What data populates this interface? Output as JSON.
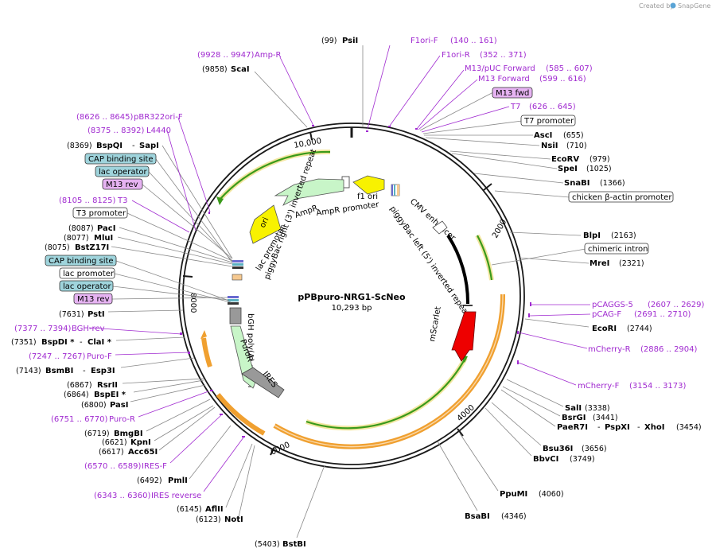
{
  "map": {
    "name": "pPBpuro-NRG1-ScNeo",
    "length_label": "10,293 bp",
    "length_bp": 10293
  },
  "watermark": {
    "created_by": "Created by",
    "brand": "SnapGene"
  },
  "ticks": [
    {
      "label": "2000",
      "bp": 2000
    },
    {
      "label": "4000",
      "bp": 4000
    },
    {
      "label": "6000",
      "bp": 6000
    },
    {
      "label": "8000",
      "bp": 8000
    },
    {
      "label": "10,000",
      "bp": 10000
    }
  ],
  "restriction_sites": [
    {
      "name": "PsiI",
      "pos": "(99)",
      "bp": 99
    },
    {
      "name": "AscI",
      "pos": "(655)",
      "bp": 655
    },
    {
      "name": "NsiI",
      "pos": "(710)",
      "bp": 710
    },
    {
      "name": "EcoRV",
      "pos": "(979)",
      "bp": 979
    },
    {
      "name": "SpeI",
      "pos": "(1025)",
      "bp": 1025
    },
    {
      "name": "SnaBI",
      "pos": "(1366)",
      "bp": 1366
    },
    {
      "name": "BlpI",
      "pos": "(2163)",
      "bp": 2163
    },
    {
      "name": "MreI",
      "pos": "(2321)",
      "bp": 2321
    },
    {
      "name": "EcoRI",
      "pos": "(2744)",
      "bp": 2744
    },
    {
      "name": "SalI",
      "pos": "(3338)",
      "bp": 3338
    },
    {
      "name": "BsrGI",
      "pos": "(3441)",
      "bp": 3441
    },
    {
      "name": "PaeR7I",
      "name2": "PspXI",
      "name3": "XhoI",
      "pos": "(3454)",
      "bp": 3454
    },
    {
      "name": "Bsu36I",
      "pos": "(3656)",
      "bp": 3656
    },
    {
      "name": "BbvCI",
      "pos": "(3749)",
      "bp": 3749
    },
    {
      "name": "PpuMI",
      "pos": "(4060)",
      "bp": 4060
    },
    {
      "name": "BsaBI",
      "pos": "(4346)",
      "bp": 4346
    },
    {
      "name": "BstBI",
      "pos": "(5403)",
      "bp": 5403
    },
    {
      "name": "NotI",
      "pos": "(6123)",
      "bp": 6123
    },
    {
      "name": "AflII",
      "pos": "(6145)",
      "bp": 6145
    },
    {
      "name": "PmlI",
      "pos": "(6492)",
      "bp": 6492
    },
    {
      "name": "Acc65I",
      "pos": "(6617)",
      "bp": 6617
    },
    {
      "name": "KpnI",
      "pos": "(6621)",
      "bp": 6621
    },
    {
      "name": "BmgBI",
      "pos": "(6719)",
      "bp": 6719
    },
    {
      "name": "PasI",
      "pos": "(6800)",
      "bp": 6800
    },
    {
      "name": "BspEI *",
      "pos": "(6864)",
      "bp": 6864
    },
    {
      "name": "RsrII",
      "pos": "(6867)",
      "bp": 6867
    },
    {
      "name": "BsmBI",
      "name2": "Esp3I",
      "pos": "(7143)",
      "bp": 7143
    },
    {
      "name": "BspDI *",
      "name2": "ClaI *",
      "pos": "(7351)",
      "bp": 7351
    },
    {
      "name": "PstI",
      "pos": "(7631)",
      "bp": 7631
    },
    {
      "name": "BstZ17I",
      "pos": "(8075)",
      "bp": 8075
    },
    {
      "name": "MluI",
      "pos": "(8077)",
      "bp": 8077
    },
    {
      "name": "PacI",
      "pos": "(8087)",
      "bp": 8087
    },
    {
      "name": "BspQI",
      "name2": "SapI",
      "pos": "(8369)",
      "bp": 8369
    },
    {
      "name": "ScaI",
      "pos": "(9858)",
      "bp": 9858
    }
  ],
  "primers": [
    {
      "name": "F1ori-F",
      "range": "(140 .. 161)",
      "bp": 150
    },
    {
      "name": "F1ori-R",
      "range": "(352 .. 371)",
      "bp": 361
    },
    {
      "name": "M13/pUC Forward",
      "range": "(585 .. 607)",
      "bp": 596
    },
    {
      "name": "M13 Forward",
      "range": "(599 .. 616)",
      "bp": 607
    },
    {
      "name": "T7",
      "range": "(626 .. 645)",
      "bp": 635
    },
    {
      "name": "pCAGGS-5",
      "range": "(2607 .. 2629)",
      "bp": 2618
    },
    {
      "name": "pCAG-F",
      "range": "(2691 .. 2710)",
      "bp": 2700
    },
    {
      "name": "mCherry-R",
      "range": "(2886 .. 2904)",
      "bp": 2895
    },
    {
      "name": "mCherry-F",
      "range": "(3154 .. 3173)",
      "bp": 3163
    },
    {
      "name": "IRES reverse",
      "range": "(6343 .. 6360)",
      "bp": 6351
    },
    {
      "name": "IRES-F",
      "range": "(6570 .. 6589)",
      "bp": 6580
    },
    {
      "name": "Puro-R",
      "range": "(6751 .. 6770)",
      "bp": 6760
    },
    {
      "name": "Puro-F",
      "range": "(7247 .. 7267)",
      "bp": 7257
    },
    {
      "name": "BGH-rev",
      "range": "(7377 .. 7394)",
      "bp": 7385
    },
    {
      "name": "T3",
      "range": "(8105 .. 8125)",
      "bp": 8115
    },
    {
      "name": "L4440",
      "range": "(8375 .. 8392)",
      "bp": 8383
    },
    {
      "name": "pBR322ori-F",
      "range": "(8626 .. 8645)",
      "bp": 8635
    },
    {
      "name": "Amp-R",
      "range": "(9928 .. 9947)",
      "bp": 9937
    }
  ],
  "boxed_features": [
    {
      "name": "M13 fwd",
      "style": "purple",
      "bp": 600
    },
    {
      "name": "T7 promoter",
      "style": "white",
      "bp": 640
    },
    {
      "name": "chicken β-actin promoter",
      "style": "white",
      "bp": 1500
    },
    {
      "name": "chimeric intron",
      "style": "white",
      "bp": 2250
    },
    {
      "name": "M13 rev",
      "style": "purple",
      "bp": 7560
    },
    {
      "name": "lac operator",
      "style": "teal",
      "bp": 7580
    },
    {
      "name": "lac promoter",
      "style": "white",
      "bp": 7600
    },
    {
      "name": "CAP binding site",
      "style": "teal",
      "bp": 7620
    },
    {
      "name": "T3 promoter",
      "style": "white",
      "bp": 8110
    },
    {
      "name": "M13 rev",
      "style": "purple",
      "bp": 8300
    },
    {
      "name": "lac operator",
      "style": "teal",
      "bp": 8320
    },
    {
      "name": "CAP binding site",
      "style": "teal",
      "bp": 8340
    }
  ],
  "inner_features": {
    "f1_ori": "f1 ori",
    "ampr": "AmpR",
    "ampr_promoter": "AmpR promoter",
    "ori": "ori",
    "lac_promoter": "lac promoter",
    "piggybac_right": "piggyBac right (3') inverted repeat",
    "bgh_polya": "bGH poly(A) signal",
    "puror": "PuroR",
    "ires": "IRES",
    "cmv_enhancer": "CMV enhancer",
    "piggybac_left": "piggyBac left (5') inverted repeat",
    "mscarlet": "mScarlet"
  },
  "colors": {
    "backbone": "#1a1a1a",
    "primer": "#a02ad0",
    "green_arc": "#3a9a1a",
    "orange_arc": "#f0a030",
    "ampr": "#c8f5c8",
    "ori": "#f8f200",
    "f1_ori": "#f8f200",
    "mscarlet": "#ee0000",
    "puror": "#c8f5c8",
    "ires": "#999999",
    "teal_box": "#9fd4dc",
    "purple_box": "#e6b3f2"
  }
}
